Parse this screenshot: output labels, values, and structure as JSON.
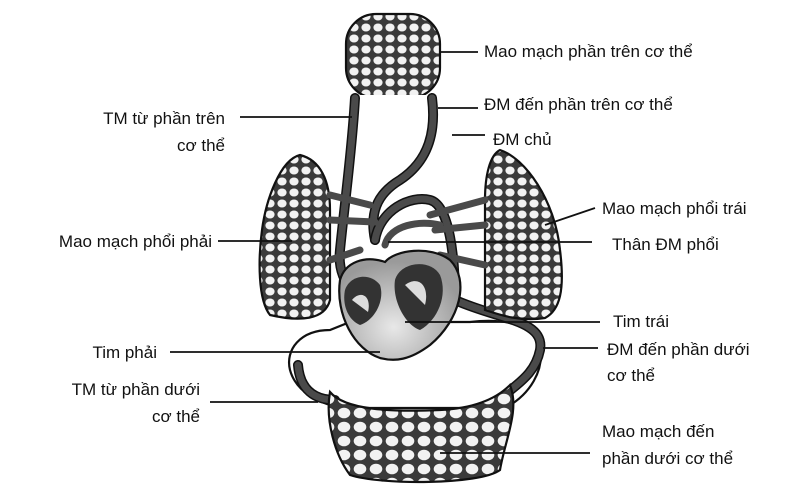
{
  "labels": {
    "upper_capillaries": "Mao mạch phần trên cơ thể",
    "artery_upper": "ĐM đến phần trên cơ thể",
    "aorta": "ĐM chủ",
    "vein_upper_1": "TM từ phần trên",
    "vein_upper_2": "cơ thể",
    "left_lung_capillaries": "Mao mạch phổi trái",
    "pulmonary_trunk": "Thân ĐM phổi",
    "right_lung_capillaries": "Mao mạch phổi phải",
    "left_heart": "Tim trái",
    "right_heart": "Tim phải",
    "artery_lower_1": "ĐM đến phần dưới",
    "artery_lower_2": "cơ thể",
    "vein_lower_1": "TM từ phần dưới",
    "vein_lower_2": "cơ thể",
    "lower_capillaries_1": "Mao mạch đến",
    "lower_capillaries_2": "phần dưới cơ thể"
  },
  "colors": {
    "tissue": "#8a8a8a",
    "vessel": "#4a4a4a",
    "ink": "#111111"
  }
}
